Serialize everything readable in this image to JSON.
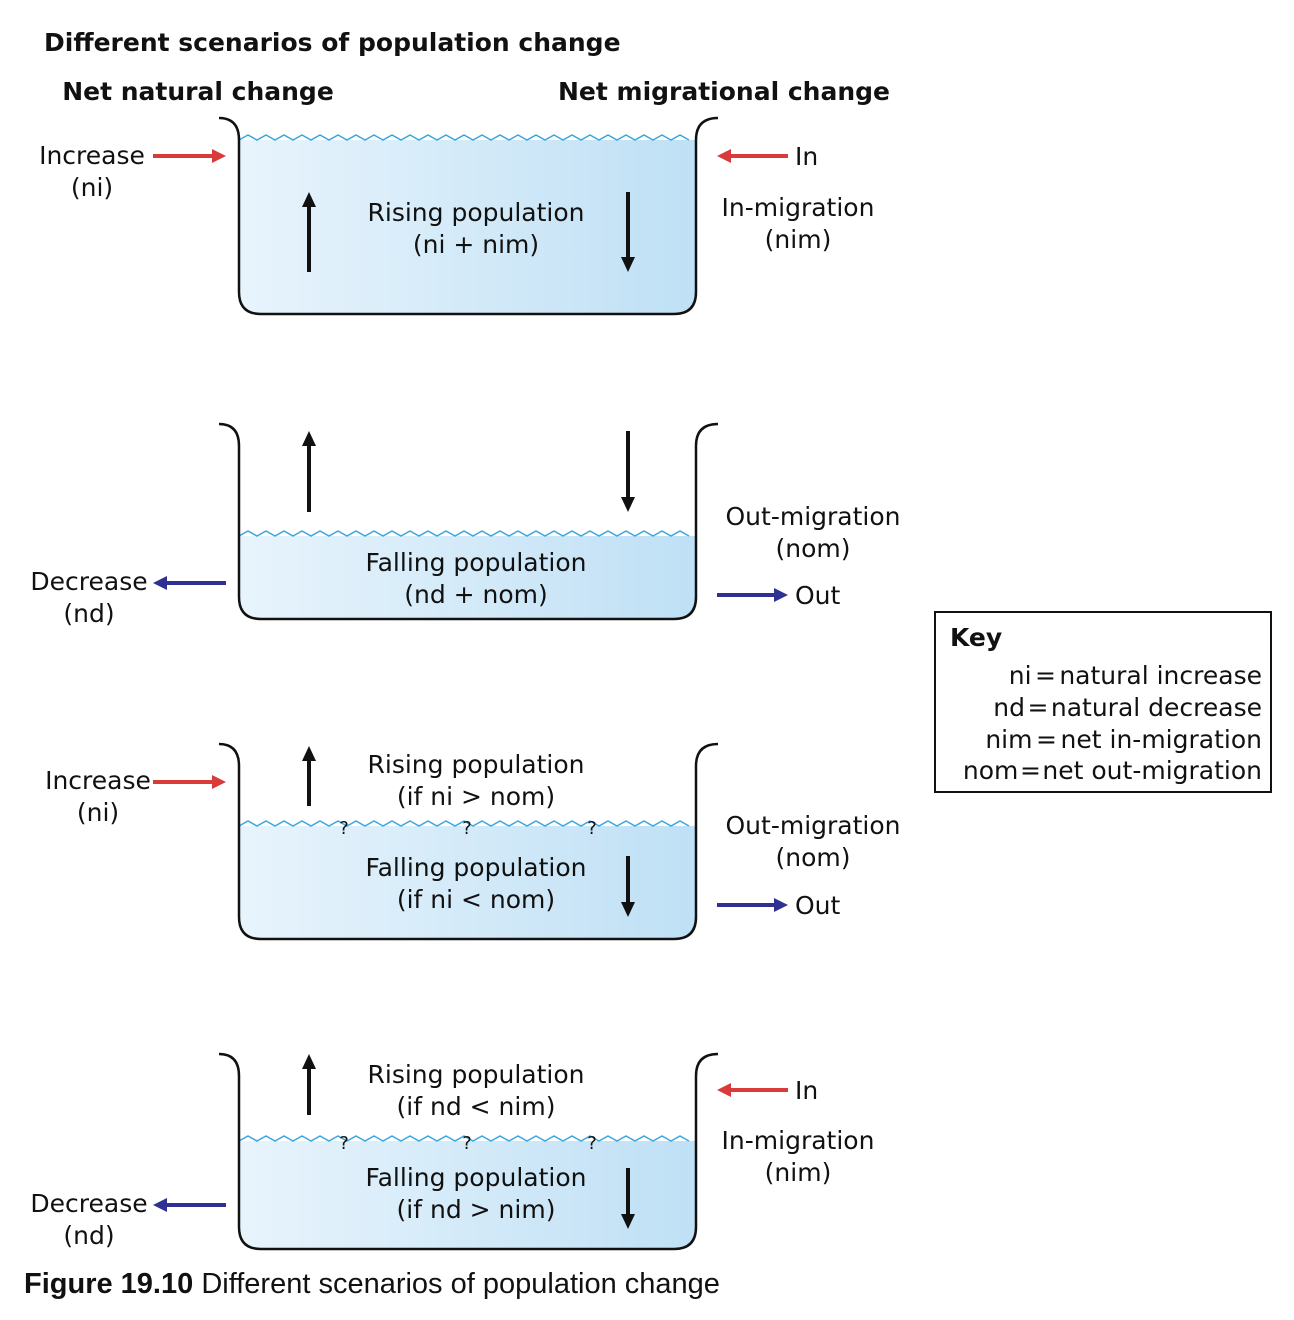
{
  "title": "Different scenarios of population change",
  "headers": {
    "left": "Net natural change",
    "right": "Net migrational change"
  },
  "colors": {
    "increase_arrow": "#d93b3b",
    "decrease_arrow": "#2e3192",
    "water_light": "#e8f4fc",
    "water_dark": "#bfe0f5",
    "wave": "#3ba7dd"
  },
  "scenarios": [
    {
      "left_label": "Increase",
      "left_abbr": "(ni)",
      "left_arrow_icon": "arrow-right-icon",
      "right_word": "In",
      "right_label": "In-migration",
      "right_abbr": "(nim)",
      "right_arrow_icon": "arrow-left-icon",
      "upper_line1": "",
      "upper_line2": "",
      "lower_line1": "Rising population",
      "lower_line2": "(ni + nim)",
      "question_marks": []
    },
    {
      "left_label": "Decrease",
      "left_abbr": "(nd)",
      "left_arrow_icon": "arrow-left-icon",
      "right_word": "Out",
      "right_label": "Out-migration",
      "right_abbr": "(nom)",
      "right_arrow_icon": "arrow-right-icon",
      "upper_line1": "",
      "upper_line2": "",
      "lower_line1": "Falling population",
      "lower_line2": "(nd + nom)",
      "question_marks": []
    },
    {
      "left_label": "Increase",
      "left_abbr": "(ni)",
      "left_arrow_icon": "arrow-right-icon",
      "right_word": "Out",
      "right_label": "Out-migration",
      "right_abbr": "(nom)",
      "right_arrow_icon": "arrow-right-icon",
      "upper_line1": "Rising population",
      "upper_line2": "(if ni > nom)",
      "lower_line1": "Falling population",
      "lower_line2": "(if ni < nom)",
      "question_marks": [
        "?",
        "?",
        "?"
      ]
    },
    {
      "left_label": "Decrease",
      "left_abbr": "(nd)",
      "left_arrow_icon": "arrow-left-icon",
      "right_word": "In",
      "right_label": "In-migration",
      "right_abbr": "(nim)",
      "right_arrow_icon": "arrow-left-icon",
      "upper_line1": "Rising population",
      "upper_line2": "(if nd < nim)",
      "lower_line1": "Falling population",
      "lower_line2": "(if nd > nim)",
      "question_marks": [
        "?",
        "?",
        "?"
      ]
    }
  ],
  "key": {
    "title": "Key",
    "rows": [
      {
        "abbr": "ni",
        "eq": "=",
        "definition": "natural increase"
      },
      {
        "abbr": "nd",
        "eq": "=",
        "definition": "natural decrease"
      },
      {
        "abbr": "nim",
        "eq": "=",
        "definition": "net in-migration"
      },
      {
        "abbr": "nom",
        "eq": "=",
        "definition": "net out-migration"
      }
    ]
  },
  "caption": {
    "label": "Figure 19.10",
    "text": "Different scenarios of population change"
  }
}
